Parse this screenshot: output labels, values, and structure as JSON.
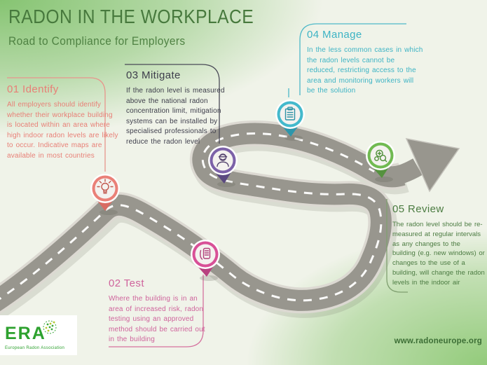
{
  "header": {
    "title": "RADON IN THE WORKPLACE",
    "subtitle": "Road to Compliance for Employers"
  },
  "steps": [
    {
      "title": "01 Identify",
      "body": "All employers should identify whether their workplace building is located within an area where high indoor radon levels are likely to occur. Indicative maps are available in most countries",
      "color": "#e87f76",
      "pin_color": "#ea8078",
      "icon": "lightbulb-icon"
    },
    {
      "title": "02 Test",
      "body": "Where the building is in an area of increased risk, radon testing using an approved method should be carried out in the building",
      "color": "#cf649c",
      "pin_color": "#d85097",
      "icon": "radon-detector-icon"
    },
    {
      "title": "03 Mitigate",
      "body": "If the radon level is measured above the national radon concentration limit, mitigation systems can be installed by specialised professionals to reduce the radon level",
      "color": "#3d3d4b",
      "pin_color": "#7c61a8",
      "icon": "specialist-icon"
    },
    {
      "title": "04 Manage",
      "body": "In the less common cases in which the radon levels cannot be reduced, restricting access to the area and monitoring workers will be the solution",
      "color": "#3cb3c4",
      "pin_color": "#43b9cc",
      "icon": "clipboard-icon"
    },
    {
      "title": "05 Review",
      "body": "The radon level should be re-measured at regular intervals as any changes to the building (e.g. new windows) or changes to the use of a building, will change the radon levels in the indoor air",
      "color": "#4c7c42",
      "pin_color": "#71ba52",
      "icon": "review-gears-icon"
    }
  ],
  "road": {
    "body_color": "#98968e",
    "edge_color": "#dcd9d2",
    "dash_color": "#ffffff"
  },
  "footer": {
    "logo": "ERA",
    "logo_caption": "European Radon Association",
    "website": "www.radoneurope.org"
  }
}
